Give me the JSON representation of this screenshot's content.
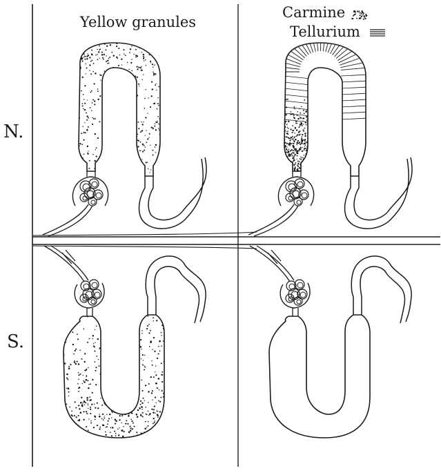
{
  "labels": {
    "left_heading": "Yellow granules",
    "right_heading_1": "Carmine",
    "right_heading_2": "Tellurium",
    "row_top": "N.",
    "row_bottom": "S."
  },
  "colors": {
    "ink": "#1a1a1a",
    "paper": "#ffffff"
  },
  "panels": [
    {
      "name": "panel-normal-yellow-granules",
      "row": "N.",
      "column": "Yellow granules"
    },
    {
      "name": "panel-normal-carmine-tellurium",
      "row": "N.",
      "column": "Carmine / Tellurium"
    },
    {
      "name": "panel-severed-yellow-granules",
      "row": "S.",
      "column": "Yellow granules"
    },
    {
      "name": "panel-severed-carmine-tellurium",
      "row": "S.",
      "column": "Carmine / Tellurium"
    }
  ]
}
